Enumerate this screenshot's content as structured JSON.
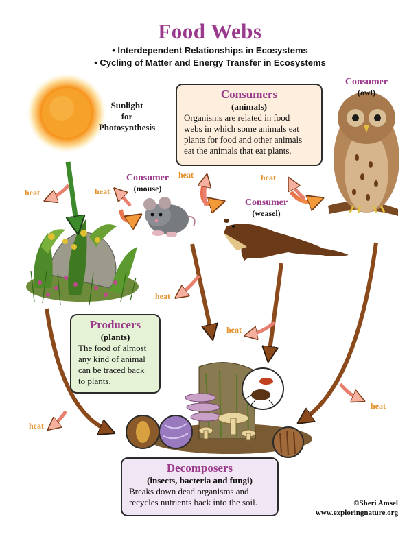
{
  "title": "Food Webs",
  "subtitles": [
    "• Interdependent Relationships in Ecosystems",
    "• Cycling of Matter and Energy Transfer in Ecosystems"
  ],
  "sun": {
    "label_lines": [
      "Sunlight",
      "for",
      "Photosynthesis"
    ]
  },
  "consumers_box": {
    "heading": "Consumers",
    "paren": "(animals)",
    "text_lines": [
      "Organisms are related in food",
      "webs in which some animals eat",
      "plants for food and other animals",
      "eat the animals that eat plants."
    ]
  },
  "mouse": {
    "heading": "Consumer",
    "paren": "(mouse)"
  },
  "weasel": {
    "heading": "Consumer",
    "paren": "(weasel)"
  },
  "owl": {
    "heading": "Consumer",
    "paren": "(owl)"
  },
  "producers_box": {
    "heading": "Producers",
    "paren": "(plants)",
    "text_lines": [
      "The food of almost",
      "any kind of animal",
      "can be traced back",
      "to plants."
    ]
  },
  "decomposers_box": {
    "heading": "Decomposers",
    "paren": "(insects, bacteria and fungi)",
    "text_lines": [
      "Breaks down dead organisms and",
      "recycles nutrients back into the soil."
    ]
  },
  "heat_label": "heat",
  "credit": {
    "author": "©Sheri Amsel",
    "site": "www.exploringnature.org"
  },
  "colors": {
    "title": "#9a3a8c",
    "heat": "#e4902a",
    "arrow_brown": "#8b4a1c",
    "arrow_green": "#3d8a2c",
    "box_consumers": "#fdeedd",
    "box_producers": "#e6f2d6",
    "box_decomposers": "#f1e6f3"
  }
}
